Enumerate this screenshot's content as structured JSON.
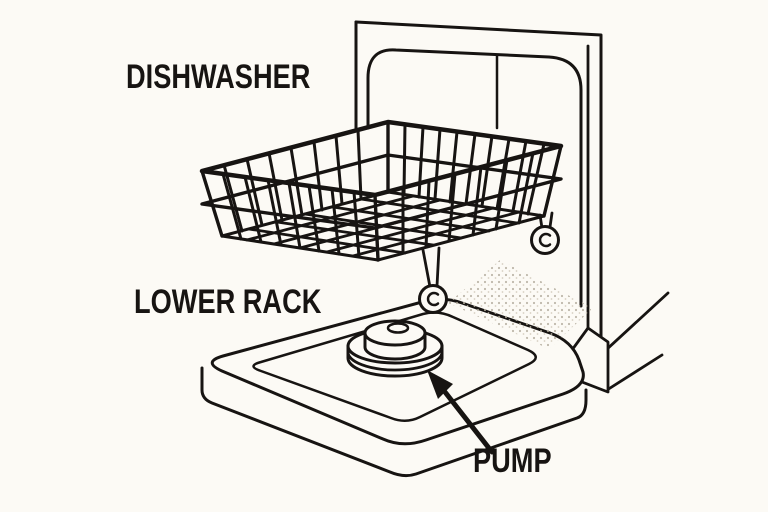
{
  "illustration": {
    "subject": "dishwasher cutaway diagram",
    "labels": {
      "dishwasher": "DISHWASHER",
      "lower_rack": "LOWER RACK",
      "pump": "PUMP"
    },
    "colors": {
      "background": "#fcfaf5",
      "ink": "#171412",
      "stipple": "#b9b2a4"
    }
  }
}
